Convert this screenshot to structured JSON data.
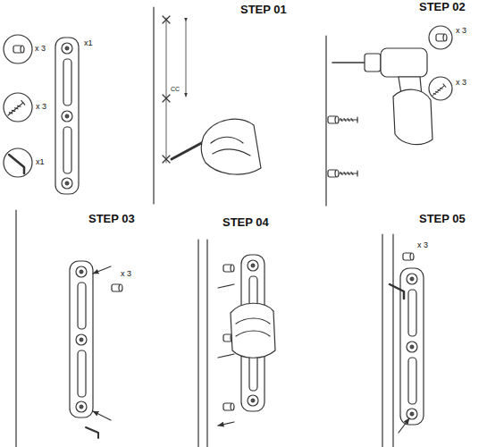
{
  "diagram": {
    "labels": [
      "x 3",
      "x 3",
      "x1",
      "x1",
      "STEP 01",
      "CC",
      "STEP 02",
      "x 3",
      "x 3",
      "STEP 03",
      "x 3",
      "STEP 04",
      "STEP 05",
      "x 3"
    ]
  }
}
